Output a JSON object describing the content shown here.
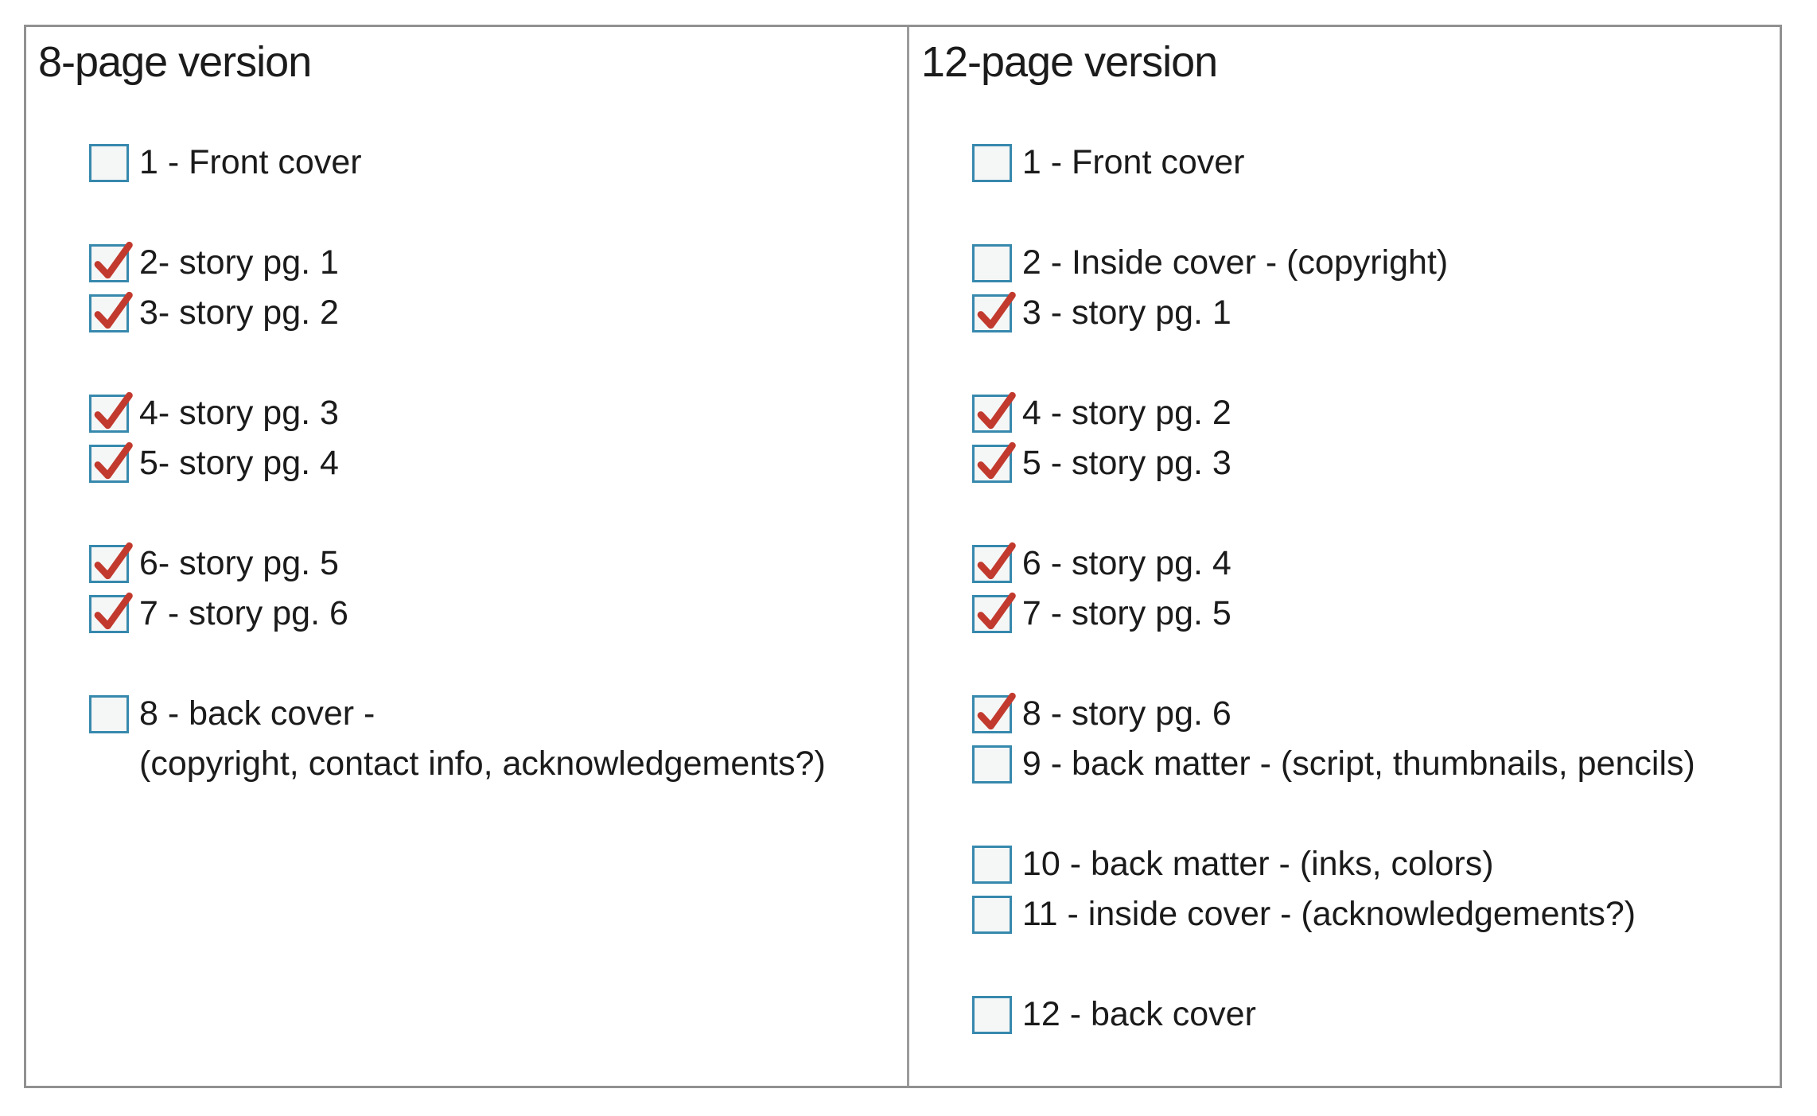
{
  "colors": {
    "border_gray": "#919191",
    "divider_gray": "#9c9c9c",
    "checkbox_border": "#3789ad",
    "checkbox_fill": "#f5f6f6",
    "check_red": "#c23a2e",
    "text": "#1b1b1b",
    "background": "#ffffff"
  },
  "columns": [
    {
      "title": "8-page version",
      "lines": [
        {
          "type": "blank"
        },
        {
          "type": "item",
          "checked": false,
          "label": "1 - Front cover"
        },
        {
          "type": "blank"
        },
        {
          "type": "item",
          "checked": true,
          "label": "2- story pg. 1"
        },
        {
          "type": "item",
          "checked": true,
          "label": "3- story pg. 2"
        },
        {
          "type": "blank"
        },
        {
          "type": "item",
          "checked": true,
          "label": "4- story pg. 3"
        },
        {
          "type": "item",
          "checked": true,
          "label": "5- story pg. 4"
        },
        {
          "type": "blank"
        },
        {
          "type": "item",
          "checked": true,
          "label": "6- story pg. 5"
        },
        {
          "type": "item",
          "checked": true,
          "label": "7 - story pg. 6"
        },
        {
          "type": "blank"
        },
        {
          "type": "item",
          "checked": false,
          "label": "8 - back cover -"
        },
        {
          "type": "wrap",
          "label": "(copyright, contact info, acknowledgements?)"
        }
      ]
    },
    {
      "title": "12-page version",
      "lines": [
        {
          "type": "blank"
        },
        {
          "type": "item",
          "checked": false,
          "label": "1 - Front cover"
        },
        {
          "type": "blank"
        },
        {
          "type": "item",
          "checked": false,
          "label": "2 - Inside cover - (copyright)"
        },
        {
          "type": "item",
          "checked": true,
          "label": "3 - story pg. 1"
        },
        {
          "type": "blank"
        },
        {
          "type": "item",
          "checked": true,
          "label": "4 - story pg. 2"
        },
        {
          "type": "item",
          "checked": true,
          "label": "5 - story pg. 3"
        },
        {
          "type": "blank"
        },
        {
          "type": "item",
          "checked": true,
          "label": "6 - story pg. 4"
        },
        {
          "type": "item",
          "checked": true,
          "label": "7 - story pg. 5"
        },
        {
          "type": "blank"
        },
        {
          "type": "item",
          "checked": true,
          "label": "8 - story pg. 6"
        },
        {
          "type": "item",
          "checked": false,
          "label": "9 - back matter - (script, thumbnails, pencils)"
        },
        {
          "type": "blank"
        },
        {
          "type": "item",
          "checked": false,
          "label": "10 - back matter - (inks, colors)"
        },
        {
          "type": "item",
          "checked": false,
          "label": "11 - inside cover - (acknowledgements?)"
        },
        {
          "type": "blank"
        },
        {
          "type": "item",
          "checked": false,
          "label": "12 - back cover"
        }
      ]
    }
  ]
}
